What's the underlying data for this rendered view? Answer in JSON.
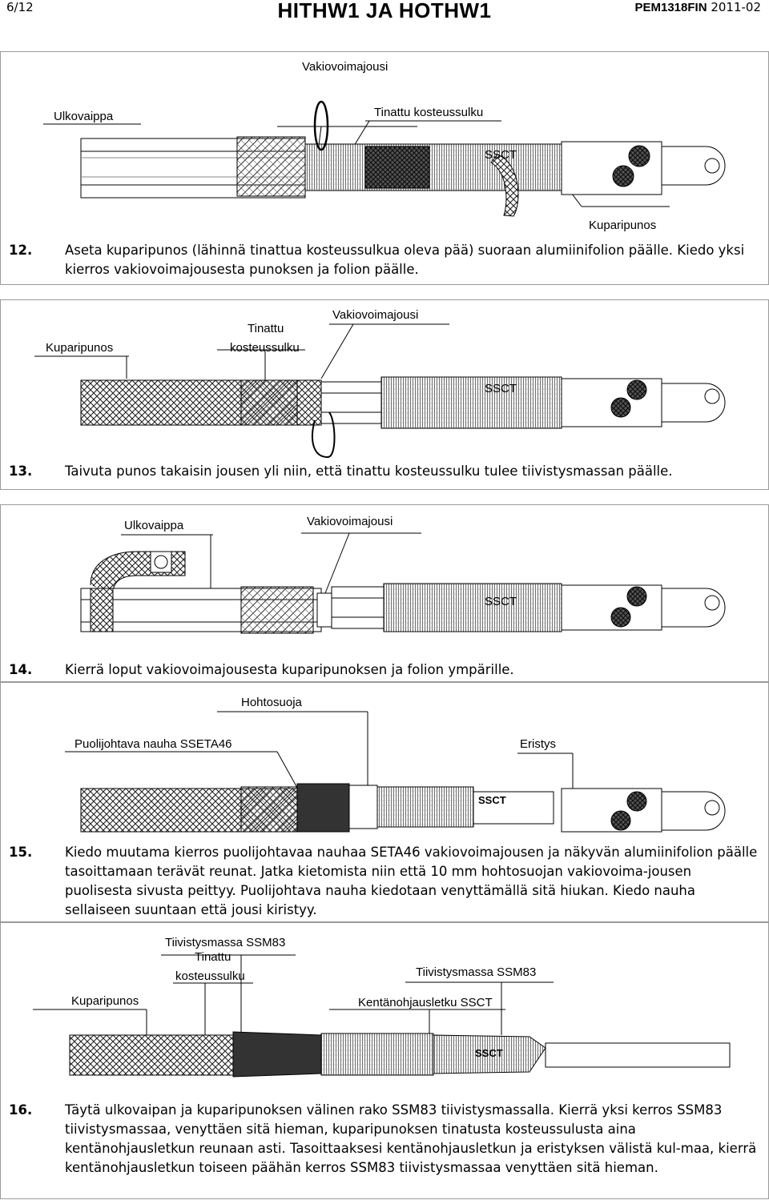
{
  "header": {
    "page": "6/12",
    "title": "HITHW1 JA HOTHW1",
    "code": "PEM1318FIN",
    "date": "2011-02"
  },
  "figure12": {
    "labels": {
      "spring": "Vakiovoimajousi",
      "outer": "Ulkovaippa",
      "tinned": "Tinattu kosteussulku",
      "ssct": "SSCT",
      "lug": "Kuparipunos"
    }
  },
  "step12": {
    "number": "12.",
    "text": "Aseta kuparipunos (lähinnä tinattua kosteussulkua oleva pää) suoraan alumiinifolion päälle. Kiedo yksi kierros vakiovoimajousesta punoksen ja folion päälle."
  },
  "figure13": {
    "labels": {
      "spring": "Vakiovoimajousi",
      "tinned1": "Tinattu",
      "tinned2": "kosteussulku",
      "braid": "Kuparipunos",
      "ssct": "SSCT"
    }
  },
  "step13": {
    "number": "13.",
    "text": "Taivuta punos takaisin jousen yli niin, että tinattu kosteussulku tulee tiivistysmassan päälle."
  },
  "figure14": {
    "labels": {
      "outer": "Ulkovaippa",
      "spring": "Vakiovoimajousi",
      "ssct": "SSCT"
    }
  },
  "step14": {
    "number": "14.",
    "text": "Kierrä loput vakiovoimajousesta kuparipunoksen ja folion ympärille."
  },
  "figure15": {
    "labels": {
      "hohto": "Hohtosuoja",
      "tape": "Puolijohtava nauha SSETA46",
      "insul": "Eristys",
      "ssct": "SSCT"
    }
  },
  "step15": {
    "number": "15.",
    "text": "Kiedo muutama kierros puolijohtavaa nauhaa SETA46 vakiovoimajousen ja näkyvän alumiinifolion päälle tasoittamaan terävät reunat. Jatka kietomista niin että 10 mm hohtosuojan vakiovoima-jousen puolisesta sivusta peittyy. Puolijohtava nauha kiedotaan venyttämällä sitä hiukan. Kiedo nauha sellaiseen suuntaan että jousi kiristyy."
  },
  "figure16": {
    "labels": {
      "mastic1": "Tiivistysmassa SSM83",
      "tinned1": "Tinattu",
      "tinned2": "kosteussulku",
      "mastic2": "Tiivistysmassa SSM83",
      "braid": "Kuparipunos",
      "tube": "Kentänohjausletku SSCT",
      "ssct": "SSCT"
    }
  },
  "step16": {
    "number": "16.",
    "text": "Täytä ulkovaipan ja kuparipunoksen välinen rako SSM83 tiivistysmassalla. Kierrä yksi kerros SSM83 tiivistysmassaa, venyttäen sitä hieman, kuparipunoksen tinatusta kosteussulusta aina kentänohjausletkun reunaan asti. Tasoittaaksesi kentänohjausletkun ja eristyksen välistä kul-maa, kierrä kentänohjausletkun toiseen päähän kerros SSM83 tiivistysmassaa venyttäen sitä hieman."
  }
}
